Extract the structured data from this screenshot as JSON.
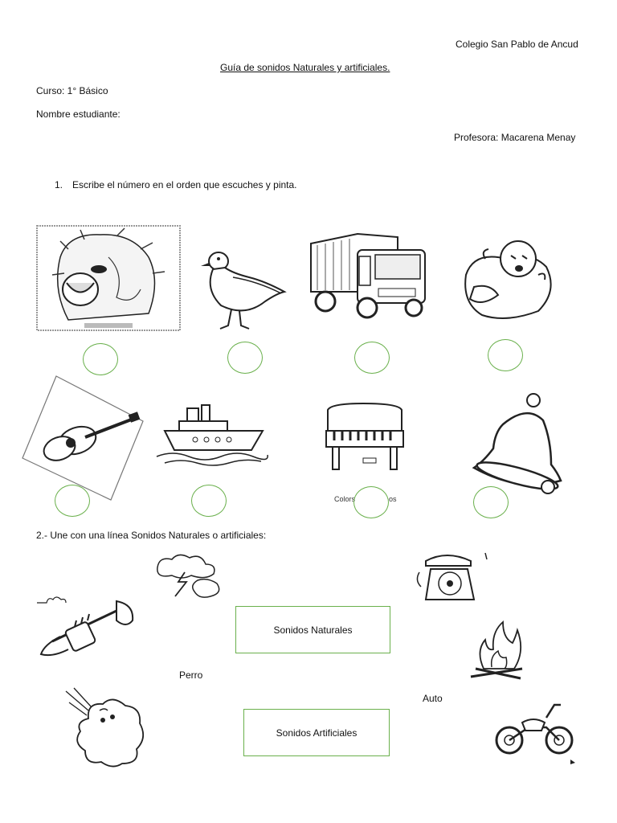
{
  "header": {
    "school": "Colegio San Pablo de Ancud",
    "title": "Guía de sonidos Naturales y artificiales.",
    "course": "Curso: 1° Básico",
    "student": "Nombre estudiante:",
    "teacher": "Profesora: Macarena Menay"
  },
  "section1": {
    "number": "1.",
    "instruction": "Escribe el número en el orden que escuches y pinta.",
    "images": [
      "lion-roaring",
      "seagull",
      "truck",
      "crying-baby",
      "guitar",
      "ship",
      "piano",
      "bell"
    ],
    "piano_caption": "Colors",
    "piano_caption_tail": "os"
  },
  "section2": {
    "instruction": "2.- Une con una línea Sonidos Naturales o artificiales:",
    "box_natural": "Sonidos Naturales",
    "box_artificial": "Sonidos Artificiales",
    "word_dog": "Perro",
    "word_car": "Auto",
    "images": [
      "storm-cloud",
      "trumpet",
      "telephone",
      "fire",
      "wind",
      "motorcycle"
    ]
  },
  "colors": {
    "accent": "#6ab04c",
    "text": "#111111"
  }
}
